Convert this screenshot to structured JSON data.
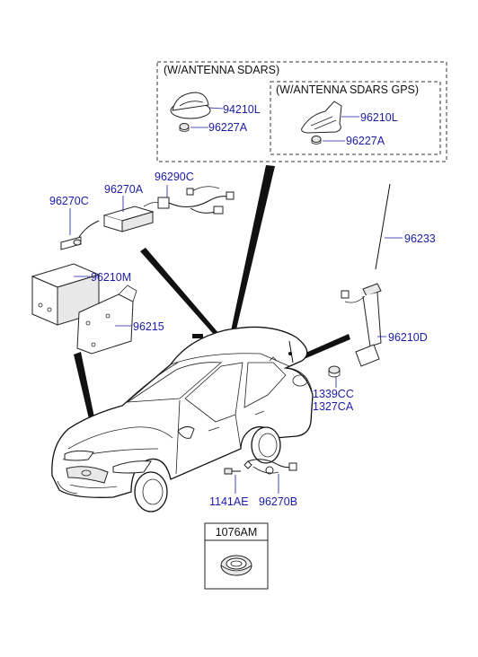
{
  "boxes": {
    "outer_title": "(W/ANTENNA SDARS)",
    "inner_title": "(W/ANTENNA SDARS GPS)",
    "inset_title": "1076AM"
  },
  "labels": {
    "p94210L": "94210L",
    "p96227A_1": "96227A",
    "p96210L": "96210L",
    "p96227A_2": "96227A",
    "p96290C": "96290C",
    "p96270A": "96270A",
    "p96270C": "96270C",
    "p96233": "96233",
    "p96210M": "96210M",
    "p96215": "96215",
    "p96210D": "96210D",
    "p1339CC": "1339CC",
    "p1327CA": "1327CA",
    "p1141AE": "1141AE",
    "p96270B": "96270B"
  },
  "colors": {
    "label_blue": "#1a1aa6",
    "line": "#111111"
  }
}
